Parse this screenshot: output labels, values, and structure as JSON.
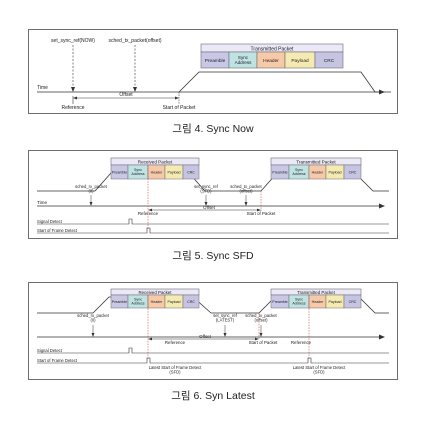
{
  "colors": {
    "preamble": "#c9c7e6",
    "sync": "#bfe3e3",
    "header": "#f6c9a8",
    "payload": "#f4eab2",
    "crc": "#c6c4e3",
    "packet_header": "#ebe9f7",
    "border": "#6d6d6d",
    "line": "#333333",
    "marker": "#d04a4a"
  },
  "segments": {
    "preamble": "Preamble",
    "sync": "Sync\nAddress",
    "header": "Header",
    "payload": "Payload",
    "crc": "CRC"
  },
  "labels": {
    "transmitted_packet": "Transmitted Packet",
    "received_packet": "Received Packet",
    "time": "Time",
    "offset": "Offset",
    "reference": "Reference",
    "start_of_packet": "Start of Packet",
    "signal_detect": "Signal Detect",
    "start_frame_detect": "Start of Frame Detect"
  },
  "figures": [
    {
      "caption": "그림 4. Sync Now",
      "calls": [
        "set_sync_ref(NOW)",
        "sched_tx_packet(offset)"
      ]
    },
    {
      "caption": "그림 5. Sync SFD",
      "calls": [
        "sched_rx_packet\n(0)",
        "set_sync_ref\n(SFD)",
        "sched_tx_packet\n(offset)"
      ]
    },
    {
      "caption": "그림 6. Syn Latest",
      "calls": [
        "sched_rx_packet\n(0)",
        "set_sync_ref\n(LATEST)",
        "sched_tx_packet\n(offset)"
      ],
      "notes": [
        "Latest Start of Frame Detect\n(SFD)",
        "Latest Start of Frame Detect\n(SFD)"
      ]
    }
  ]
}
